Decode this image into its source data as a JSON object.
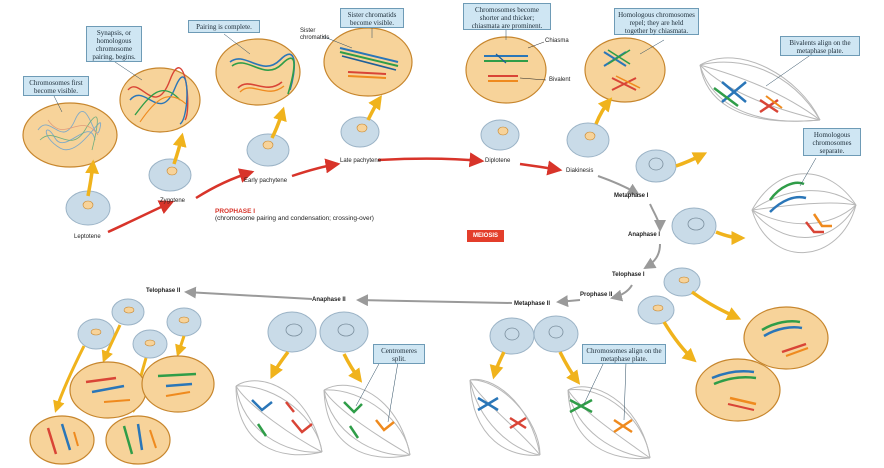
{
  "notes": {
    "first_visible": "Chromosomes first become visible.",
    "synapsis": "Synapsis, or homologous chromosome pairing, begins.",
    "pairing_complete": "Pairing is complete.",
    "sister_visible": "Sister chromatids become visible.",
    "shorter_thicker": "Chromosomes become shorter and thicker; chiasmata are prominent.",
    "repel": "Homologous chromosomes repel; they are held together by chiasmata.",
    "bivalents_align": "Bivalents align on the metaphase plate.",
    "separate": "Homologous chromosomes separate.",
    "centromeres_split": "Centromeres split.",
    "align_plate": "Chromosomes align on the metaphase plate."
  },
  "labels": {
    "sister_chromatids": "Sister chromatids",
    "chiasma": "Chiasma",
    "bivalent": "Bivalent",
    "leptotene": "Leptotene",
    "zygotene": "Zygotene",
    "early_pachytene": "Early pachytene",
    "late_pachytene": "Late pachytene",
    "diplotene": "Diplotene",
    "diakinesis": "Diakinesis",
    "metaphase_i": "Metaphase I",
    "anaphase_i": "Anaphase I",
    "telophase_i": "Telophase I",
    "prophase_ii": "Prophase II",
    "metaphase_ii": "Metaphase II",
    "anaphase_ii": "Anaphase II",
    "telophase_ii": "Telophase II"
  },
  "prophase": {
    "title": "PROPHASE I",
    "subtitle": "(chromosome pairing and condensation; crossing-over)"
  },
  "badge": "MEIOSIS",
  "colors": {
    "cell_fill": "#f7d39a",
    "cell_stroke": "#c7862d",
    "small_cell": "#c9dbe8",
    "arrow_red": "#d8342a",
    "arrow_gray": "#9a9a9a",
    "arrow_gold": "#f0b31c",
    "chrom_red": "#d94436",
    "chrom_green": "#2f9d48",
    "chrom_blue": "#2a76b8",
    "chrom_orange": "#ef8a1e",
    "spindle": "#b8b8b8",
    "note_fill": "#cfe6f3"
  }
}
